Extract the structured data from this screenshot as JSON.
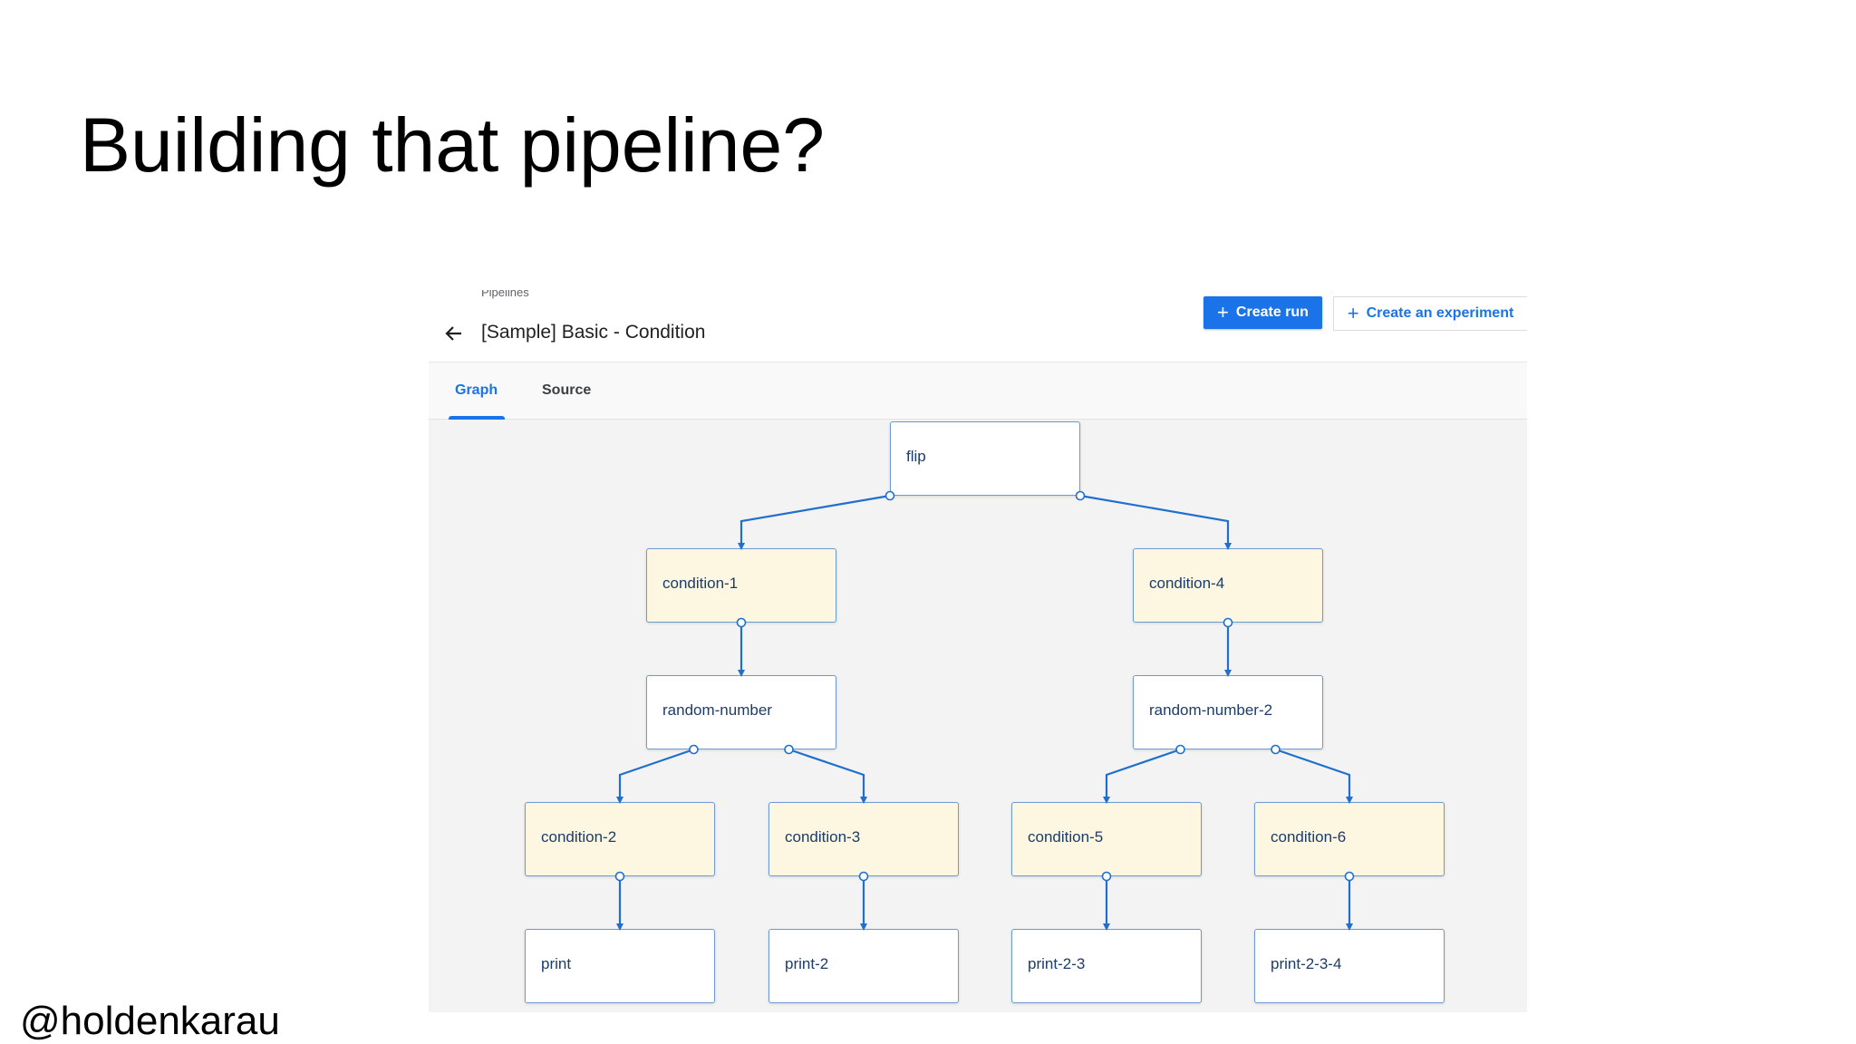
{
  "slide": {
    "title": "Building that pipeline?",
    "handle": "@holdenkarau"
  },
  "header": {
    "breadcrumb": "Pipelines",
    "title": "[Sample] Basic - Condition",
    "create_run": "Create run",
    "create_experiment": "Create an experiment"
  },
  "tabs": [
    {
      "label": "Graph",
      "active": true
    },
    {
      "label": "Source",
      "active": false
    }
  ],
  "graph": {
    "nodes": {
      "flip": "flip",
      "condition_1": "condition-1",
      "condition_4": "condition-4",
      "random_number": "random-number",
      "random_number_2": "random-number-2",
      "condition_2": "condition-2",
      "condition_3": "condition-3",
      "condition_5": "condition-5",
      "condition_6": "condition-6",
      "print": "print",
      "print_2": "print-2",
      "print_2_3": "print-2-3",
      "print_2_3_4": "print-2-3-4"
    },
    "edges": [
      [
        "flip",
        "condition_1"
      ],
      [
        "flip",
        "condition_4"
      ],
      [
        "condition_1",
        "random_number"
      ],
      [
        "condition_4",
        "random_number_2"
      ],
      [
        "random_number",
        "condition_2"
      ],
      [
        "random_number",
        "condition_3"
      ],
      [
        "random_number_2",
        "condition_5"
      ],
      [
        "random_number_2",
        "condition_6"
      ],
      [
        "condition_2",
        "print"
      ],
      [
        "condition_3",
        "print_2"
      ],
      [
        "condition_5",
        "print_2_3"
      ],
      [
        "condition_6",
        "print_2_3_4"
      ]
    ]
  },
  "colors": {
    "accent": "#1a73e8",
    "edge": "#1f6fcc",
    "condition_fill": "#fdf6e1",
    "node_border": "#6d9bd1"
  }
}
